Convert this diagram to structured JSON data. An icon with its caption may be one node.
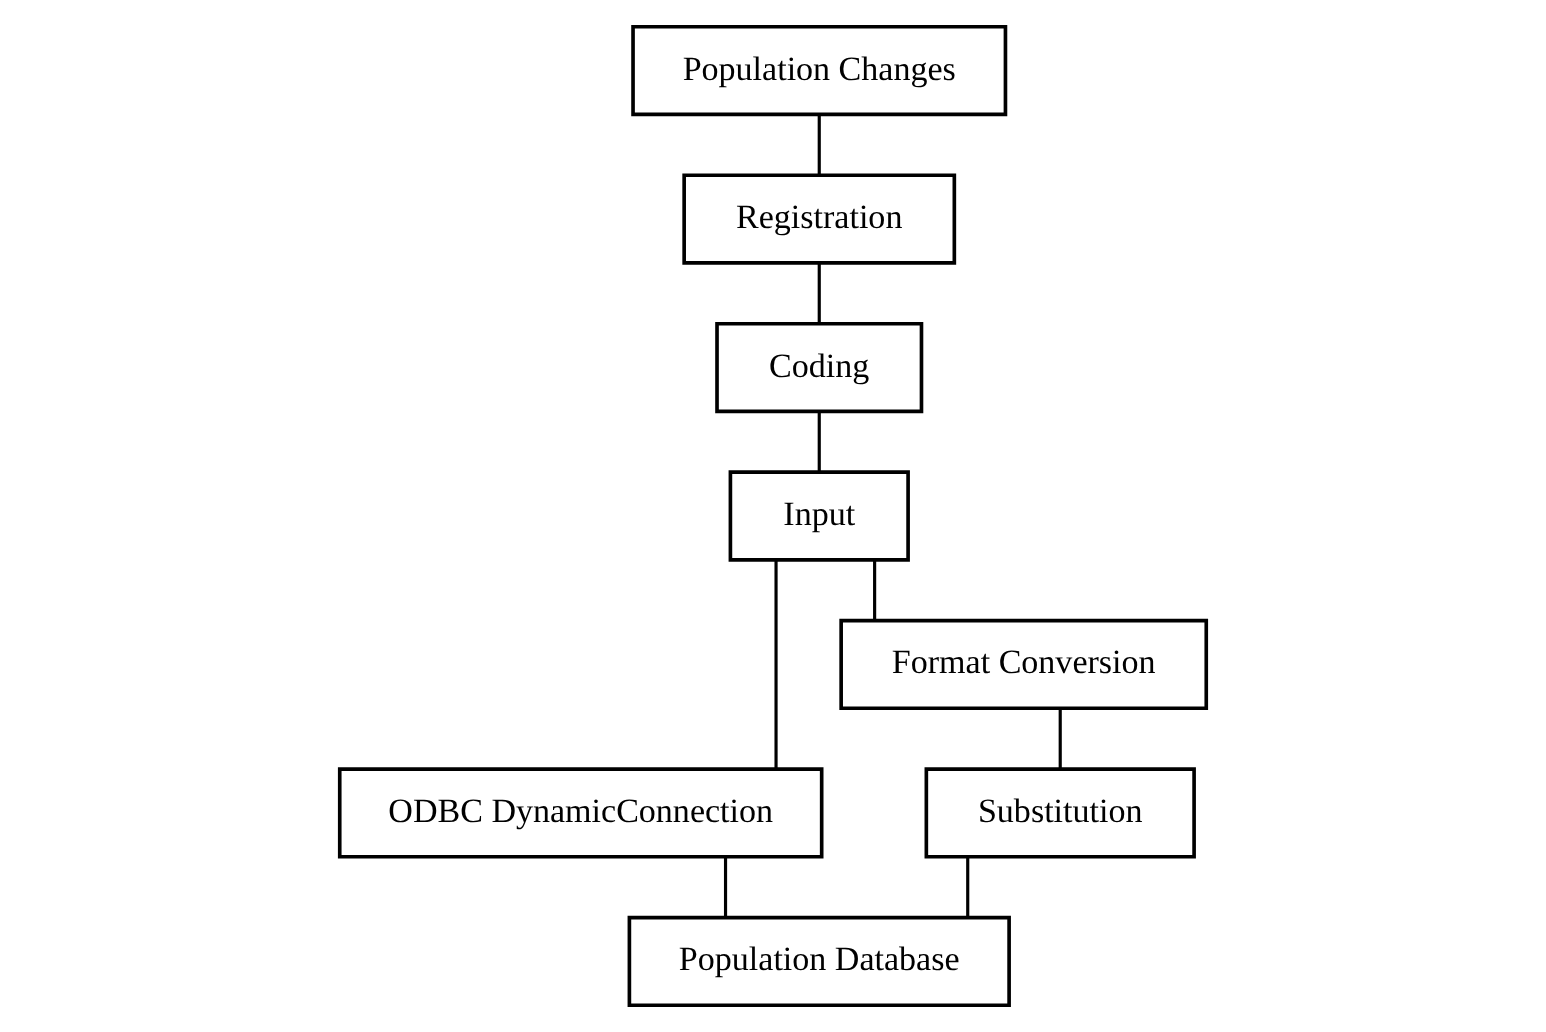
{
  "diagram": {
    "nodes": [
      {
        "text": [
          "Population Changes"
        ]
      },
      {
        "text": [
          "Registration"
        ]
      },
      {
        "text": [
          "Coding"
        ]
      },
      {
        "text": [
          "Input"
        ]
      },
      {
        "text": [
          "ODBC DynamicConnection"
        ]
      },
      {
        "text": [
          "Format Conversion"
        ]
      },
      {
        "text": [
          "Substitution"
        ]
      },
      {
        "text": [
          "Population Database"
        ]
      }
    ],
    "edges": [
      {
        "from": 0,
        "to": 1,
        "arrow": "none"
      },
      {
        "from": 1,
        "to": 2,
        "arrow": "none"
      },
      {
        "from": 2,
        "to": 3,
        "arrow": "none"
      },
      {
        "from": 3,
        "to": 4,
        "arrow": "none"
      },
      {
        "from": 3,
        "to": 5,
        "arrow": "none"
      },
      {
        "from": 5,
        "to": 6,
        "arrow": "none"
      },
      {
        "from": 4,
        "to": 7,
        "arrow": "none"
      },
      {
        "from": 6,
        "to": 7,
        "arrow": "none"
      }
    ]
  }
}
